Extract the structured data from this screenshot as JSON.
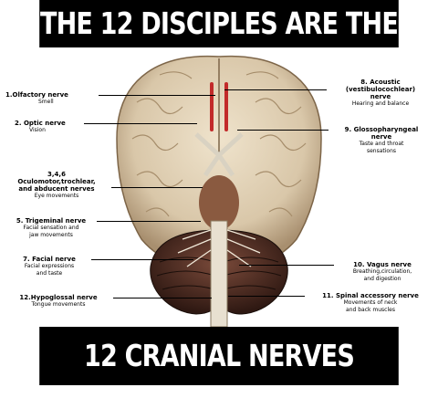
{
  "header": {
    "title": "THE 12 DISCIPLES ARE THE"
  },
  "footer": {
    "title": "12 CRANIAL NERVES"
  },
  "nerves": {
    "olfactory": {
      "name": "1.Olfactory nerve",
      "function": "Smell"
    },
    "optic": {
      "name": "2. Optic nerve",
      "function": "Vision"
    },
    "eye": {
      "name_line1": "3,4,6",
      "name_line2": "Oculomotor,trochlear,",
      "name_line3": "and abducent nerves",
      "function": "Eye movements"
    },
    "trigeminal": {
      "name": "5. Trigeminal nerve",
      "function_line1": "Facial sensation and",
      "function_line2": "jaw movements"
    },
    "facial": {
      "name": "7. Facial nerve",
      "function_line1": "Facial expressions",
      "function_line2": "and taste"
    },
    "hypoglossal": {
      "name": "12.Hypoglossal nerve",
      "function": "Tongue movements"
    },
    "acoustic": {
      "name_line1": "8. Acoustic",
      "name_line2": "(vestibulocochlear)",
      "name_line3": "nerve",
      "function": "Hearing and balance"
    },
    "glossopharyngeal": {
      "name_line1": "9. Glossopharyngeal",
      "name_line2": "nerve",
      "function_line1": "Taste and throat",
      "function_line2": "sensations"
    },
    "vagus": {
      "name": "10. Vagus nerve",
      "function_line1": "Breathing,circulation,",
      "function_line2": "and digestion"
    },
    "accessory": {
      "name": "11. Spinal accessory nerve",
      "function_line1": "Movements of neck",
      "function_line2": "and back muscles"
    }
  },
  "colors": {
    "banner": "#000000",
    "brain": "#d9c7a9",
    "cerebellum": "#4a2a22",
    "nerve": "#c22a2a"
  }
}
